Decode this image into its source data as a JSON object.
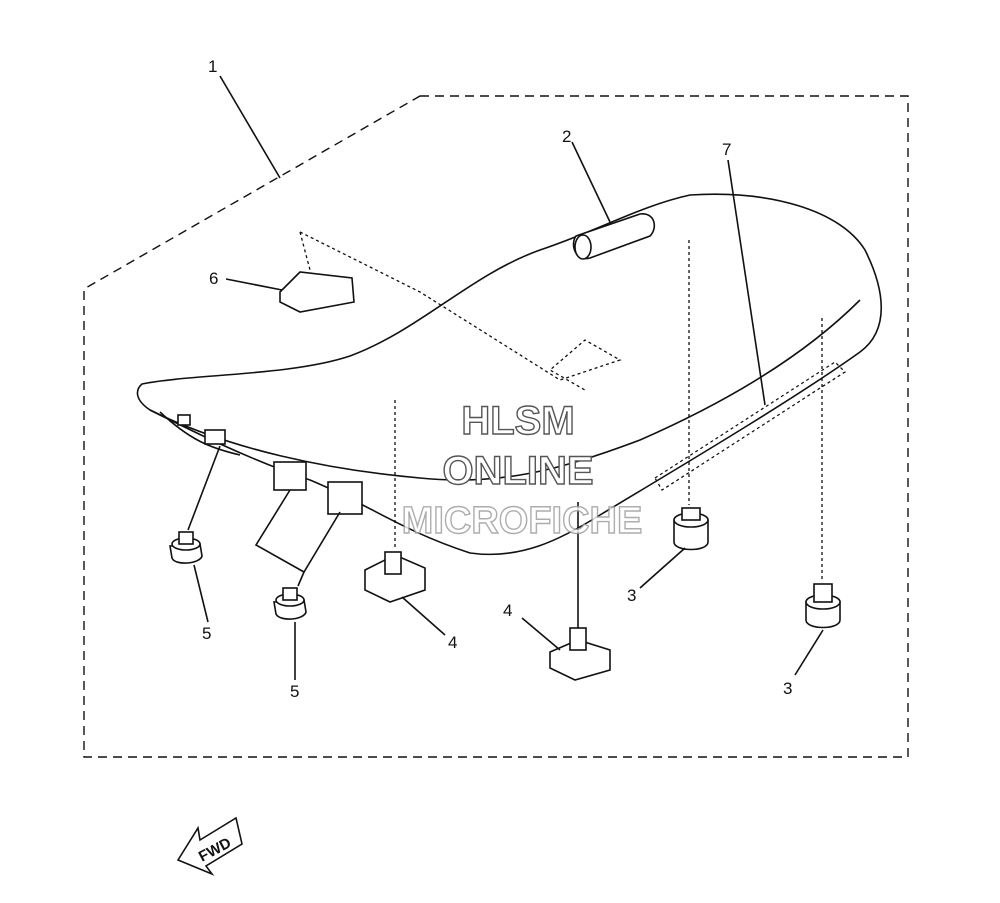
{
  "callouts": {
    "c1": "1",
    "c2": "2",
    "c3a": "3",
    "c3b": "3",
    "c4a": "4",
    "c4b": "4",
    "c5a": "5",
    "c5b": "5",
    "c6": "6",
    "c7": "7"
  },
  "watermark": {
    "line1": "HLSM",
    "line2": "ONLINE",
    "line3": "MICROFICHE"
  },
  "direction": {
    "label": "FWD"
  }
}
